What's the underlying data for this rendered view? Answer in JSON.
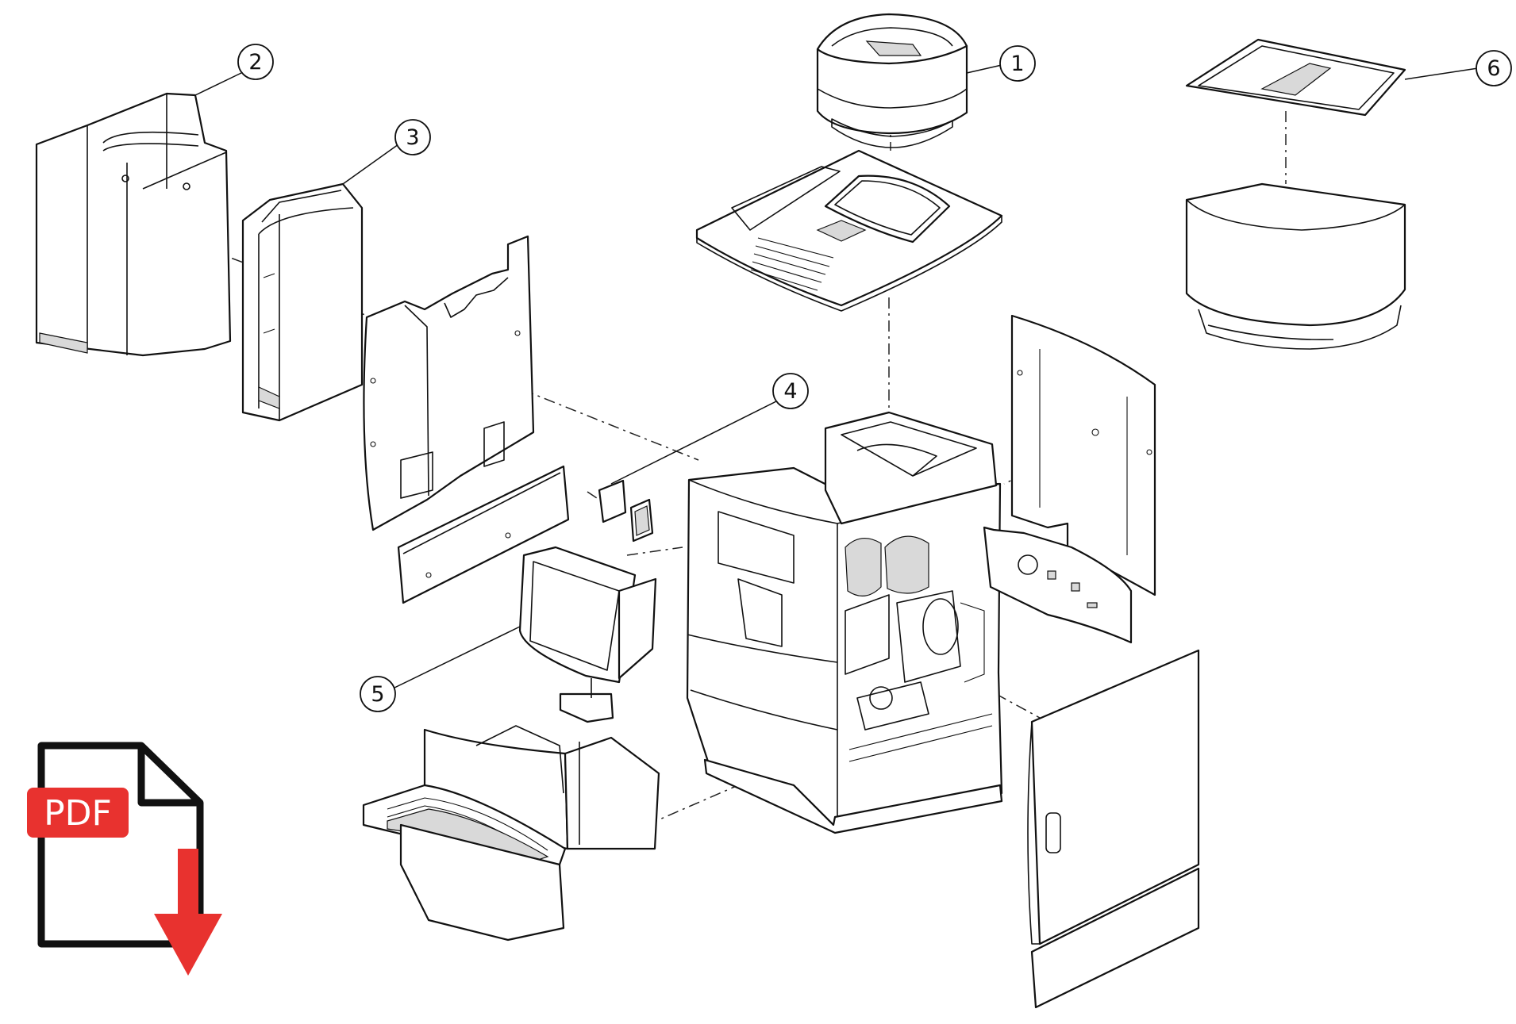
{
  "callouts": [
    {
      "id": "1",
      "label": "1"
    },
    {
      "id": "2",
      "label": "2"
    },
    {
      "id": "3",
      "label": "3"
    },
    {
      "id": "4",
      "label": "4"
    },
    {
      "id": "5",
      "label": "5"
    },
    {
      "id": "6",
      "label": "6"
    }
  ],
  "pdf_download": {
    "label": "PDF",
    "icon": "pdf-download-icon",
    "badge_color": "#e8322f",
    "arrow_color": "#e8322f"
  }
}
